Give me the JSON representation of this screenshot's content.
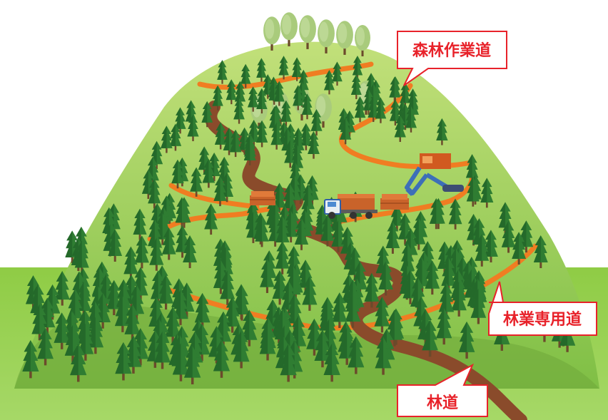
{
  "labels": {
    "sagyoudo": "森林作業道",
    "senyoudo": "林業専用道",
    "rindo": "林道"
  },
  "colors": {
    "ground": "#8cc63f",
    "hill_light": "#b5d96a",
    "hill_dark": "#6da83a",
    "tree": "#2f7d32",
    "tree_dark": "#1d5c22",
    "broadleaf": "#a7c97a",
    "rindo_road": "#8a4b2b",
    "work_road": "#f07d22",
    "callout_border": "#e8222a",
    "callout_text": "#e8222a"
  },
  "icons": [
    "truck-icon",
    "excavator-icon",
    "log-pile-icon",
    "conifer-tree-icon",
    "broadleaf-tree-icon"
  ]
}
